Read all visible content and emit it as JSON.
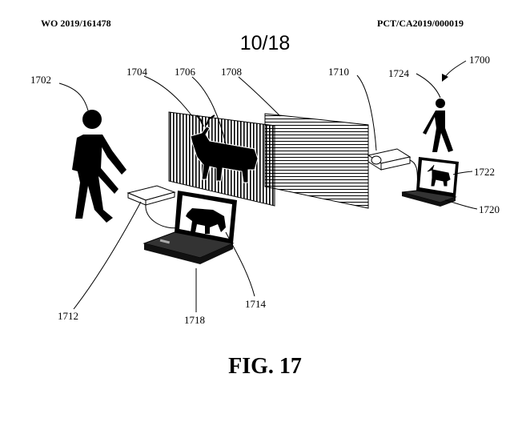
{
  "header": {
    "publication_number": "WO 2019/161478",
    "application_number": "PCT/CA2019/000019"
  },
  "sheet_number": "10/18",
  "figure_caption": "FIG. 17",
  "reference_numerals": {
    "system": "1700",
    "person_left": "1702",
    "screen_striped": "1704",
    "deer_image": "1706",
    "screen_lined": "1708",
    "projector_right": "1710",
    "projector_left": "1712",
    "laptop_left_screen": "1714",
    "laptop_left": "1718",
    "laptop_right": "1720",
    "laptop_right_screen": "1722",
    "person_right": "1724"
  }
}
